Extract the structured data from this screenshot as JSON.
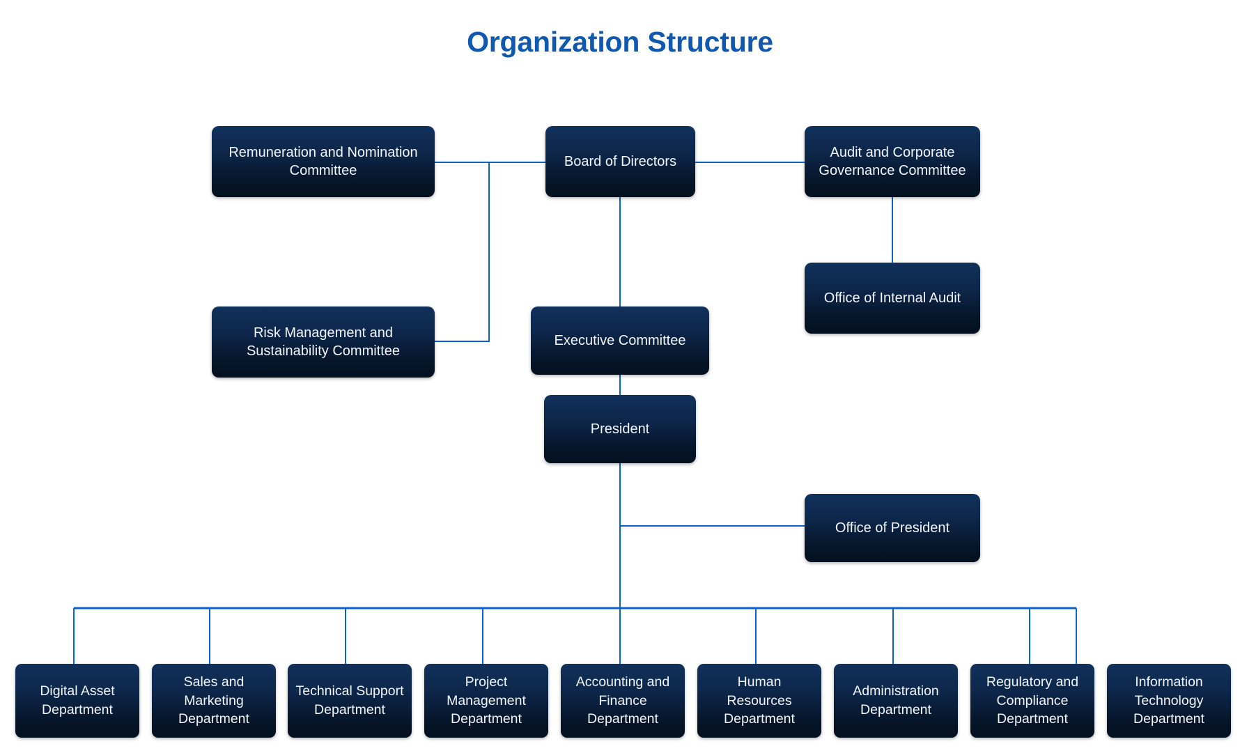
{
  "page": {
    "title": "Organization Structure",
    "title_color": "#1059ae",
    "background_color": "#ffffff",
    "node_color_top": "#11315c",
    "node_color_bottom": "#03101f",
    "node_text_color": "#f2f5f9",
    "connector_color": "#0b63ce"
  },
  "nodes": {
    "remuneration_committee": "Remuneration and Nomination Committee",
    "board_of_directors": "Board of Directors",
    "audit_committee": "Audit and Corporate Governance Committee",
    "office_internal_audit": "Office of Internal Audit",
    "risk_committee": "Risk Management and Sustainability Committee",
    "executive_committee": "Executive Committee",
    "president": "President",
    "office_of_president": "Office of President"
  },
  "departments": [
    {
      "id": "digital-asset",
      "label": "Digital Asset Department"
    },
    {
      "id": "sales-marketing",
      "label": "Sales and Marketing Department"
    },
    {
      "id": "technical-support",
      "label": "Technical Support Department"
    },
    {
      "id": "project-management",
      "label": "Project Management Department"
    },
    {
      "id": "accounting-finance",
      "label": "Accounting and Finance Department"
    },
    {
      "id": "human-resources",
      "label": "Human Resources Department"
    },
    {
      "id": "administration",
      "label": "Administration Department"
    },
    {
      "id": "regulatory-compliance",
      "label": "Regulatory and Compliance Department"
    },
    {
      "id": "information-technology",
      "label": "Information Technology Department"
    }
  ]
}
